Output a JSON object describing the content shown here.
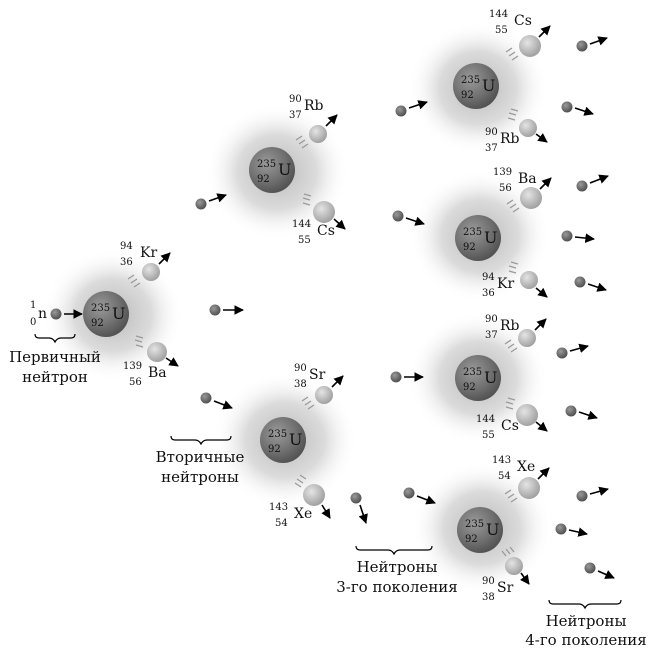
{
  "uranium": {
    "mass": "235",
    "charge": "92",
    "symbol": "U"
  },
  "neutron": {
    "mass": "1",
    "charge": "0",
    "symbol": "n"
  },
  "isotopes": [
    {
      "id": "kr-1",
      "mass": "94",
      "charge": "36",
      "symbol": "Kr"
    },
    {
      "id": "ba-1",
      "mass": "139",
      "charge": "56",
      "symbol": "Ba"
    },
    {
      "id": "rb-2a",
      "mass": "90",
      "charge": "37",
      "symbol": "Rb"
    },
    {
      "id": "cs-2a",
      "mass": "144",
      "charge": "55",
      "symbol": "Cs"
    },
    {
      "id": "sr-2b",
      "mass": "90",
      "charge": "38",
      "symbol": "Sr"
    },
    {
      "id": "xe-2b",
      "mass": "143",
      "charge": "54",
      "symbol": "Xe"
    },
    {
      "id": "cs-3a",
      "mass": "144",
      "charge": "55",
      "symbol": "Cs"
    },
    {
      "id": "rb-3a",
      "mass": "90",
      "charge": "37",
      "symbol": "Rb"
    },
    {
      "id": "ba-3b",
      "mass": "139",
      "charge": "56",
      "symbol": "Ba"
    },
    {
      "id": "kr-3b",
      "mass": "94",
      "charge": "36",
      "symbol": "Kr"
    },
    {
      "id": "rb-3c",
      "mass": "90",
      "charge": "37",
      "symbol": "Rb"
    },
    {
      "id": "cs-3c",
      "mass": "144",
      "charge": "55",
      "symbol": "Cs"
    },
    {
      "id": "xe-3d",
      "mass": "143",
      "charge": "54",
      "symbol": "Xe"
    },
    {
      "id": "sr-3d",
      "mass": "90",
      "charge": "38",
      "symbol": "Sr"
    }
  ],
  "captions": {
    "primary_line1": "Первичный",
    "primary_line2": "нейтрон",
    "secondary_line1": "Вторичные",
    "secondary_line2": "нейтроны",
    "third_line1": "Нейтроны",
    "third_line2": "3-го поколения",
    "fourth_line1": "Нейтроны",
    "fourth_line2": "4-го поколения"
  },
  "colors": {
    "cloud": "#c8c8c8",
    "uranium_fill": "#7a7a7a",
    "fragment_fill": "#b9b9b9",
    "neutron_fill": "#6e6e6e",
    "arrow": "#000000"
  }
}
